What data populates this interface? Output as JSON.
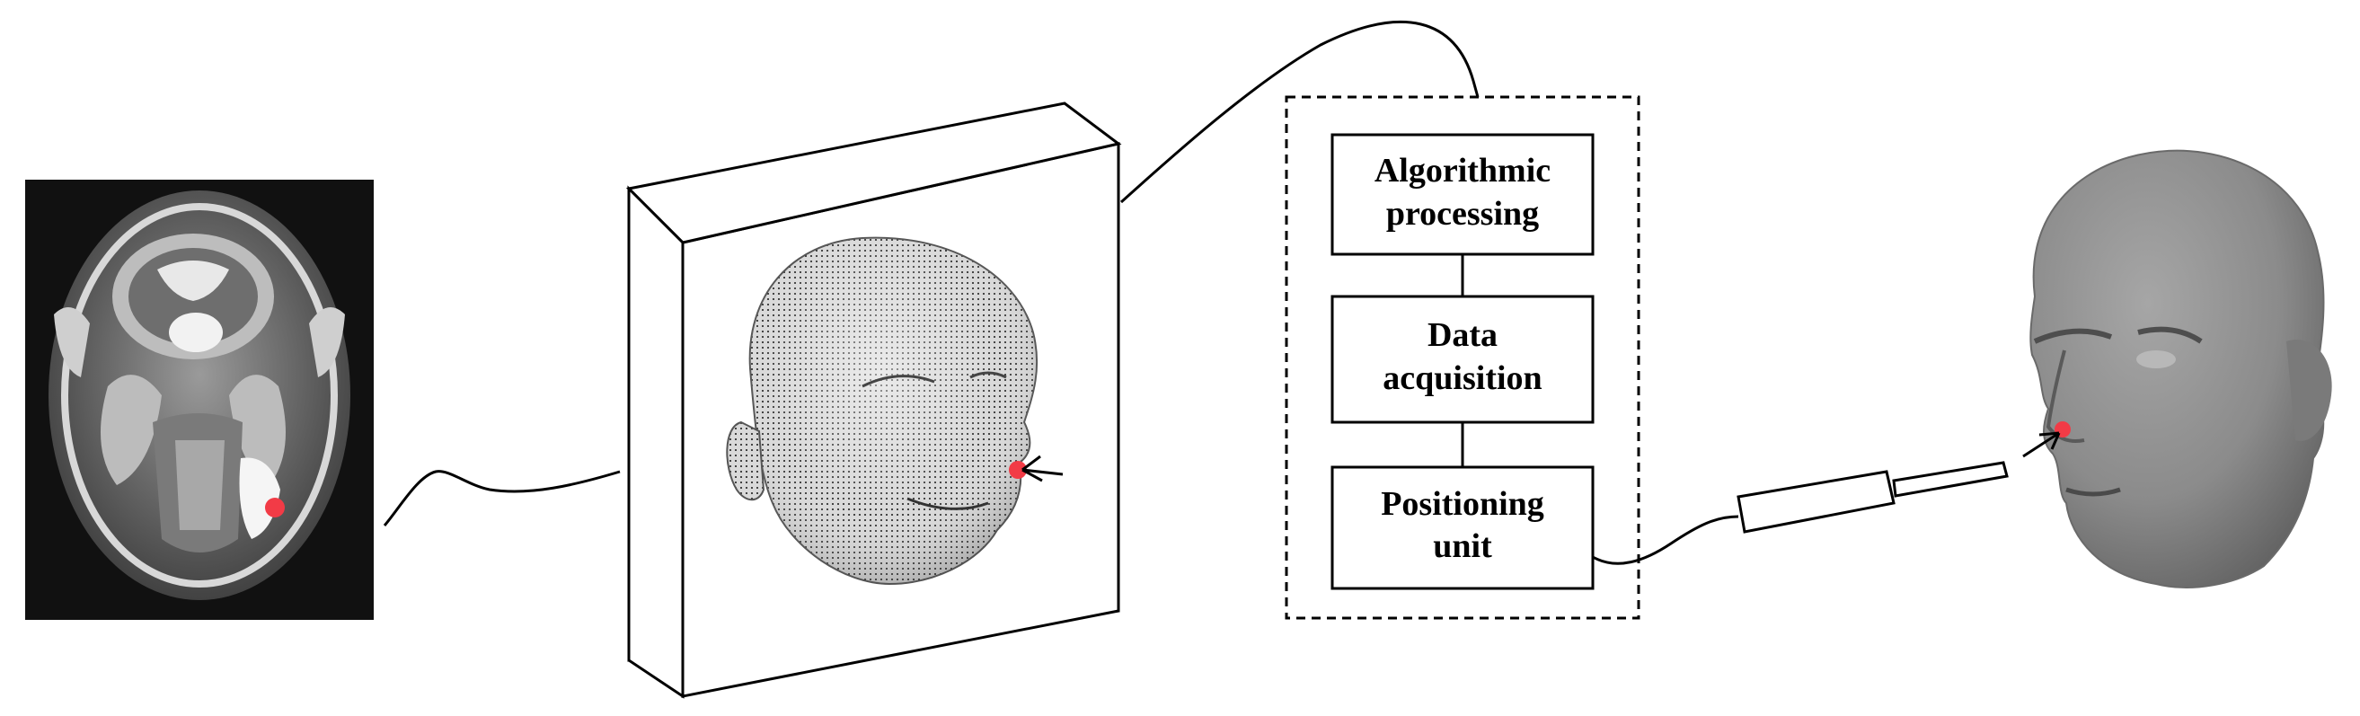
{
  "diagram": {
    "blocks": [
      {
        "id": "algorithmic",
        "lines": [
          "Algorithmic",
          "processing"
        ]
      },
      {
        "id": "data",
        "lines": [
          "Data",
          "acquisition"
        ]
      },
      {
        "id": "positioning",
        "lines": [
          "Positioning",
          "unit"
        ]
      }
    ],
    "colors": {
      "marker": "#f23b46",
      "line": "#000000",
      "head_gray": "#8b8b8b",
      "mri_bg": "#111111"
    }
  }
}
